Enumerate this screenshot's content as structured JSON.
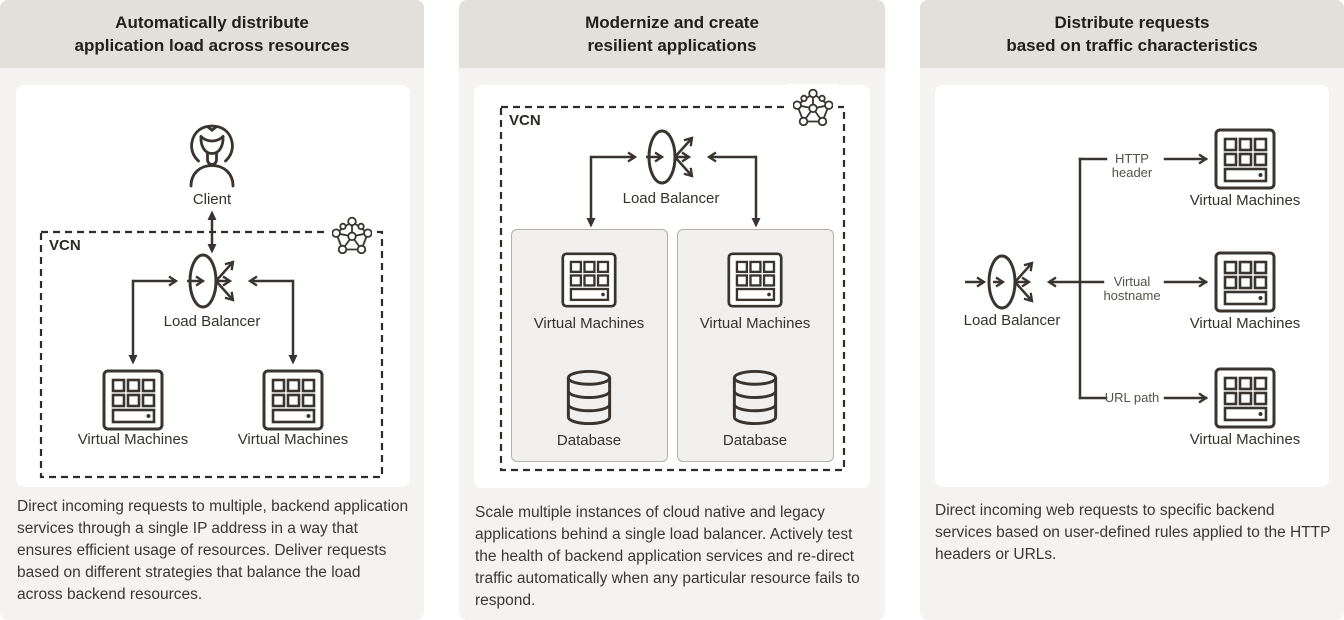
{
  "colors": {
    "header_bg": "#e3e0db",
    "panel_bg": "#f4f3f1",
    "card_bg": "#ffffff",
    "diagram_stroke": "#393430",
    "dashed_border": "#2f2b28",
    "subbox_bg": "#f1f0ee",
    "subbox_border": "#b5afa7",
    "body_text": "#3b3733",
    "muted_label": "#55504b"
  },
  "icons": {
    "client": "client-person-icon",
    "load_balancer": "load-balancer-icon",
    "virtual_machines": "virtual-machines-icon",
    "database": "database-icon",
    "vcn_mesh": "vcn-network-icon"
  },
  "labels": {
    "vcn": "VCN",
    "client": "Client",
    "load_balancer": "Load Balancer",
    "virtual_machines": "Virtual Machines",
    "database": "Database"
  },
  "panels": [
    {
      "title_line1": "Automatically distribute",
      "title_line2": "application load across resources",
      "description": "Direct incoming requests to multiple, backend application services  through a single IP address in a way that ensures efficient usage of  resources. Deliver requests based on different strategies that balance the load across backend resources."
    },
    {
      "title_line1": "Modernize and create",
      "title_line2": "resilient applications",
      "description": "Scale multiple instances of cloud native and legacy applications  behind a single load balancer. Actively test the health of backend  application services and re-direct traffic automatically when any  particular resource fails to respond."
    },
    {
      "title_line1": "Distribute requests",
      "title_line2": "based on traffic characteristics",
      "description": "Direct incoming web requests to specific backend services based on user-defined rules applied to the HTTP headers or URLs.",
      "branches": [
        {
          "line1": "HTTP",
          "line2": "header"
        },
        {
          "line1": "Virtual",
          "line2": "hostname"
        },
        {
          "line1": "URL path",
          "line2": ""
        }
      ]
    }
  ]
}
